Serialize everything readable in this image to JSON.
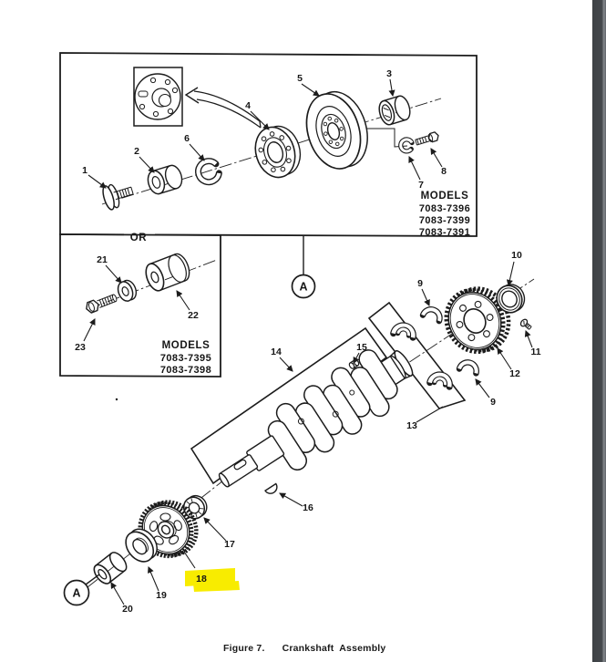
{
  "page": {
    "background": "#ffffff",
    "ink_color": "#1c1c1c",
    "side_bar_color": "#44484c",
    "highlight_color": "#f8ec00"
  },
  "caption": {
    "label": "Figure 7.",
    "title": "Crankshaft  Assembly"
  },
  "separator": {
    "or_label": "OR"
  },
  "connectors": {
    "top": "A",
    "bottom": "A"
  },
  "model_box_primary": {
    "title": "MODELS",
    "models": [
      "7083-7396",
      "7083-7399",
      "7083-7391"
    ]
  },
  "model_box_alternate": {
    "title": "MODELS",
    "models": [
      "7083-7395",
      "7083-7398"
    ]
  },
  "parts": {
    "n1": "1",
    "n2": "2",
    "n3": "3",
    "n4": "4",
    "n5": "5",
    "n6": "6",
    "n7": "7",
    "n8": "8",
    "n9a": "9",
    "n9b": "9",
    "n10": "10",
    "n11": "11",
    "n12": "12",
    "n13": "13",
    "n14": "14",
    "n15": "15",
    "n16": "16",
    "n17": "17",
    "n18": "18",
    "n19": "19",
    "n20": "20",
    "n21": "21",
    "n22": "22",
    "n23": "23"
  },
  "highlight": {
    "highlighted_part": "18"
  }
}
